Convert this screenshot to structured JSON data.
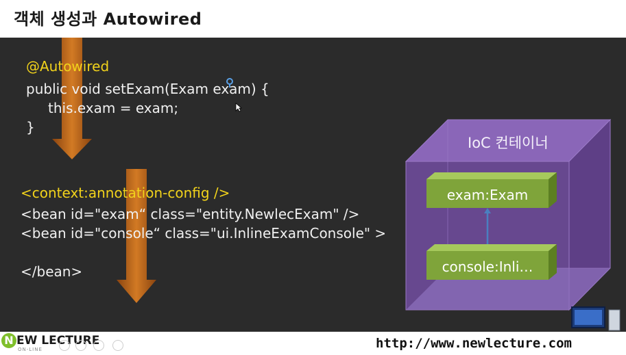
{
  "title": "객체 생성과 Autowired",
  "code_block_1": {
    "annotation": "@Autowired",
    "line1": "public void setExam(Exam exam) {",
    "line2": "this.exam = exam;",
    "line3": "}"
  },
  "code_block_2": {
    "line1": "<context:annotation-config />",
    "line2": "<bean id=\"exam“ class=\"entity.NewlecExam\" />",
    "line3": "<bean id=\"console“ class=\"ui.InlineExamConsole\" >",
    "line4": "</bean>"
  },
  "ioc": {
    "title": "IoC 컨테이너",
    "exam_box": "exam:Exam",
    "console_box": "console:Inli…"
  },
  "footer": {
    "logo_letter": "N",
    "logo_text": "EW LECTURE",
    "logo_sub": "ON-LINE",
    "url": "http://www.newlecture.com"
  },
  "colors": {
    "slide_bg": "#2b2b2b",
    "code_yellow": "#f2d31b",
    "cube_purple": "#7a56a6",
    "box_green": "#7fa43a",
    "arrow_orange": "#c9701c"
  }
}
